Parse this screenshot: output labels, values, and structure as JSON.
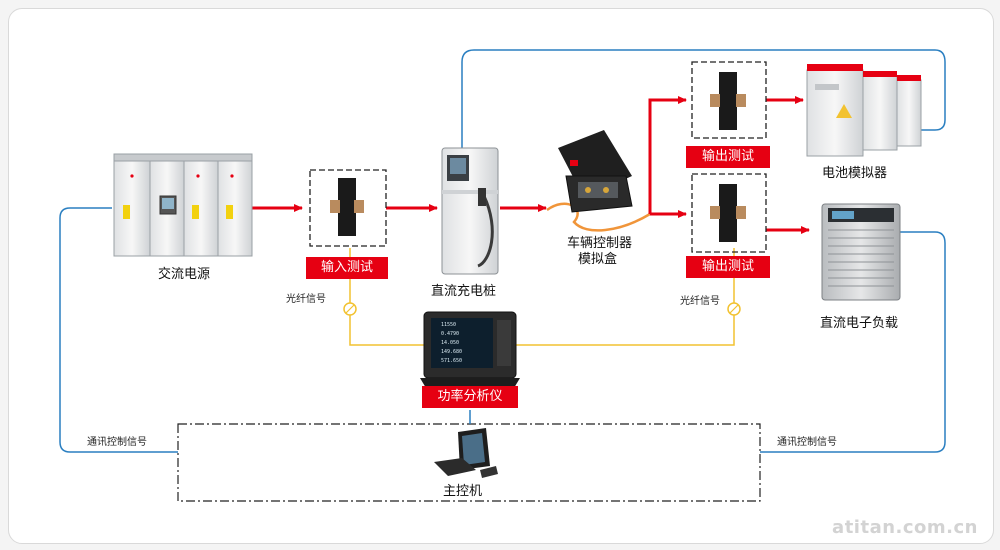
{
  "nodes": {
    "ac_power": "交流电源",
    "input_test": "输入测试",
    "dc_charger": "直流充电桩",
    "vehicle_controller_line1": "车辆控制器",
    "vehicle_controller_line2": "模拟盒",
    "output_test_top": "输出测试",
    "output_test_bottom": "输出测试",
    "battery_simulator": "电池模拟器",
    "dc_load": "直流电子负载",
    "power_analyzer": "功率分析仪",
    "host": "主控机"
  },
  "signals": {
    "fiber_left": "光纤信号",
    "fiber_right": "光纤信号",
    "comm_left": "通讯控制信号",
    "comm_right": "通讯控制信号"
  },
  "analyzer_screen": {
    "rows": [
      "11550",
      "0.4790",
      "14.050",
      "149.680",
      "571.650"
    ]
  },
  "watermark": "atitan.com.cn",
  "colors": {
    "red": "#e60012",
    "blue": "#2a7fc1",
    "yellow": "#f2c230",
    "orange": "#f0953a"
  }
}
